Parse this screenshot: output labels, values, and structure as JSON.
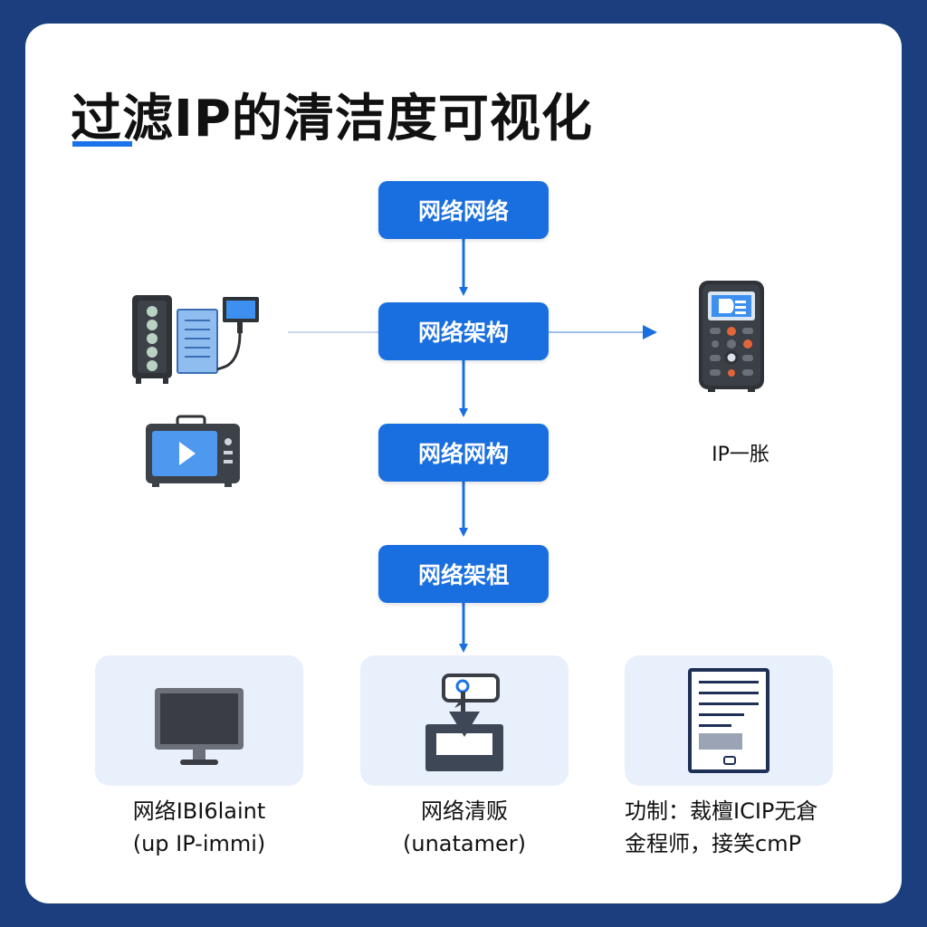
{
  "title": "过滤IP的清洁度可视化",
  "steps": [
    "网络网络",
    "网络架构",
    "网络网构",
    "网络架柤"
  ],
  "side_label": "IP一胀",
  "outputs": [
    {
      "line1": "网络IBI6laint",
      "line2": "(up IP-immi)"
    },
    {
      "line1": "网络清贩",
      "line2": "(unatamer)"
    },
    {
      "line1": "功制：裁檀ICIP无倉",
      "line2": "金程师，接笑cmP"
    }
  ],
  "colors": {
    "background": "#1b3f7e",
    "card": "#ffffff",
    "accent": "#1a73e8",
    "step_fill": "#1a6fe0",
    "panel_fill": "#e7f0fb",
    "text": "#111111"
  },
  "icons": {
    "left_top": "server-with-document-and-monitor-icon",
    "left_bottom": "video-player-icon",
    "right": "remote-control-device-icon",
    "output_1": "desktop-monitor-icon",
    "output_2": "filter-inbox-icon",
    "output_3": "report-document-icon"
  }
}
